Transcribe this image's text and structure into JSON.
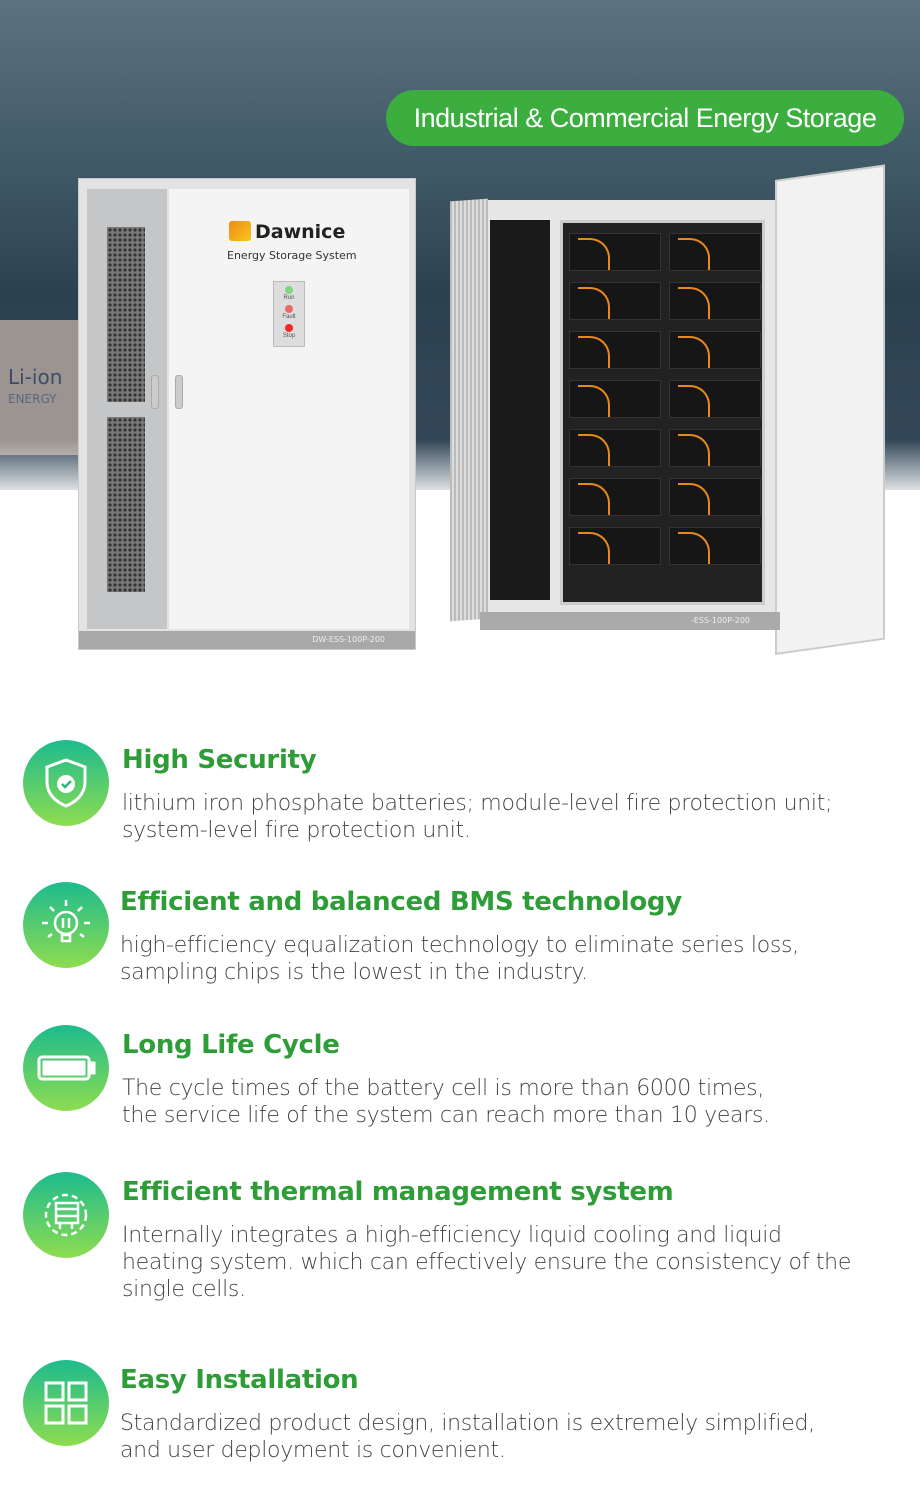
{
  "hero": {
    "badge": "Industrial & Commercial Energy Storage",
    "background_sign": {
      "line1": "Li-ion",
      "line2": "ENERGY"
    },
    "cabinet_closed": {
      "brand": "Dawnice",
      "subtitle": "Energy Storage System",
      "model": "DW-ESS-100P-200",
      "indicators": [
        "Run",
        "Fault",
        "Stop"
      ]
    },
    "cabinet_open": {
      "model": "-ESS-100P-200"
    }
  },
  "colors": {
    "accent_green": "#3cae3f",
    "title_green": "#2e9d38",
    "icon_gradient": [
      "#1dbb8d",
      "#8edc50"
    ]
  },
  "features": [
    {
      "icon": "shield-check-icon",
      "title": "High Security",
      "lines": [
        "lithium iron phosphate batteries; module-level fire protection unit;",
        "system-level fire protection unit."
      ]
    },
    {
      "icon": "lightbulb-icon",
      "title": "Efficient and balanced BMS technology",
      "lines": [
        "high-efficiency equalization technology to eliminate series loss,",
        "sampling chips is the lowest in the industry."
      ]
    },
    {
      "icon": "battery-icon",
      "title": "Long Life Cycle",
      "lines": [
        "The cycle times of the battery cell is more than 6000 times,",
        "the service life of the system can reach more than 10 years."
      ]
    },
    {
      "icon": "thermal-gear-icon",
      "title": "Efficient thermal management system",
      "lines": [
        "Internally integrates a high-efficiency liquid cooling and liquid",
        "heating system. which can effectively ensure the consistency of the",
        "single cells."
      ]
    },
    {
      "icon": "grid-modules-icon",
      "title": "Easy Installation",
      "lines": [
        "Standardized product design, installation is extremely simplified,",
        "and user deployment is convenient."
      ]
    }
  ]
}
